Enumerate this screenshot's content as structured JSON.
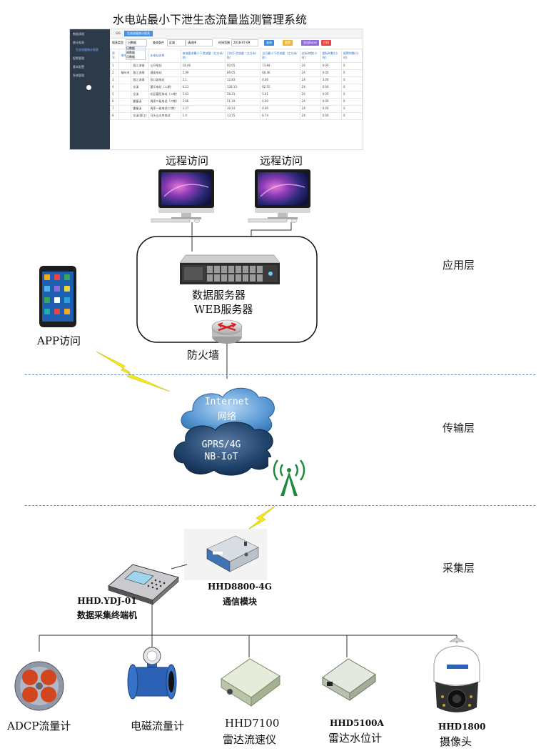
{
  "title": "水电站最小下泄生态流量监测管理系统",
  "screenshot": {
    "sidebar": [
      "数据调阅",
      "统计报表",
      "生态流量统计报表",
      "报警管理",
      "基本配置",
      "系统管理"
    ],
    "tabs": [
      "GIS",
      "生态流量统计报表"
    ],
    "toolbar": {
      "type_label": "报表类型",
      "type_value": "日数据",
      "type_options": [
        "日数据",
        "周数据",
        "月数据"
      ],
      "area_label": "查询条件",
      "area_value": "区域",
      "station_value": "请选择",
      "time_label": "时间范围",
      "time_value": "2018-07-09",
      "buttons": [
        "查询",
        "重置",
        "导出Excel",
        "打印"
      ]
    },
    "headers": [
      "序号",
      "地市",
      "所属流域",
      "水电站名称",
      "核准要求最小下泄流量（立方米/秒）",
      "日均下泄流量（立方米/秒）",
      "当日最小下泄流量（立方米/秒）",
      "达标时数(小时)",
      "超标时数(小时)",
      "报警时数(小时)"
    ],
    "rows": [
      [
        "1",
        "",
        "敖江流域",
        "山仔电站",
        "18.46",
        "92.05",
        "73.84",
        "24",
        "0.00",
        "0"
      ],
      [
        "2",
        "福州市",
        "敖江流域",
        "塘坂电站",
        "5.99",
        "89.05",
        "68.46",
        "24",
        "0.00",
        "0"
      ],
      [
        "3",
        "",
        "敖江流域",
        "双口渡电站",
        "2.1",
        "12.83",
        "0.00",
        "24",
        "3.00",
        "0"
      ],
      [
        "4",
        "",
        "交溪",
        "董乐电站（二期）",
        "0.11",
        "128.13",
        "92.55",
        "24",
        "0.00",
        "0"
      ],
      [
        "5",
        "",
        "交溪",
        "北区富阳电站（二期）",
        "5.63",
        "26.21",
        "5.41",
        "24",
        "0.00",
        "0"
      ],
      [
        "6",
        "",
        "霍童溪",
        "周家二级电站（二期）",
        "2.66",
        "51.19",
        "0.00",
        "24",
        "0.00",
        "0"
      ],
      [
        "7",
        "",
        "霍童溪",
        "周家一级电站(二期)",
        "2.27",
        "30.14",
        "0.00",
        "24",
        "0.00",
        "0"
      ],
      [
        "8",
        "",
        "交溪(赛江)",
        "马头山水库电站",
        "1.4",
        "13.55",
        "8.74",
        "24",
        "0.00",
        "0"
      ]
    ]
  },
  "labels": {
    "remote1": "远程访问",
    "remote2": "远程访问",
    "db_server": "数据服务器",
    "web_server": "WEB服务器",
    "firewall": "防火墙",
    "app": "APP访问",
    "internet": "Internet",
    "network": "网络",
    "gprs": "GPRS/4G",
    "nbiot": "NB-IoT",
    "comm_model": "HHD8800-4G",
    "comm_name": "通信模块",
    "terminal_model": "HHD.YDJ-01",
    "terminal_name": "数据采集终端机",
    "adcp": "ADCP流量计",
    "em": "电磁流量计",
    "radar_speed_model": "HHD7100",
    "radar_speed_name": "雷达流速仪",
    "radar_level_model": "HHD5100A",
    "radar_level_name": "雷达水位计",
    "camera_model": "HHD1800",
    "camera_name": "摄像头"
  },
  "layers": [
    "应用层",
    "传输层",
    "采集层"
  ],
  "colors": {
    "dash": "#5b8fc9",
    "cloud_light": "#3d7fc4",
    "cloud_dark": "#1d3f66",
    "bolt": "#f5ea1e"
  }
}
